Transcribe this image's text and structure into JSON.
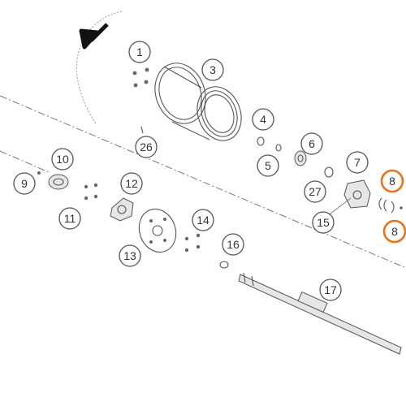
{
  "diagram": {
    "highlight_color": "#e8731f",
    "line_color": "#555555",
    "callouts": [
      {
        "label": "1",
        "highlighted": false
      },
      {
        "label": "3",
        "highlighted": false
      },
      {
        "label": "4",
        "highlighted": false
      },
      {
        "label": "5",
        "highlighted": false
      },
      {
        "label": "6",
        "highlighted": false
      },
      {
        "label": "7",
        "highlighted": false
      },
      {
        "label": "8",
        "highlighted": true
      },
      {
        "label": "8",
        "highlighted": true
      },
      {
        "label": "9",
        "highlighted": false
      },
      {
        "label": "10",
        "highlighted": false
      },
      {
        "label": "11",
        "highlighted": false
      },
      {
        "label": "12",
        "highlighted": false
      },
      {
        "label": "13",
        "highlighted": false
      },
      {
        "label": "14",
        "highlighted": false
      },
      {
        "label": "15",
        "highlighted": false
      },
      {
        "label": "16",
        "highlighted": false
      },
      {
        "label": "17",
        "highlighted": false
      },
      {
        "label": "26",
        "highlighted": false
      },
      {
        "label": "27",
        "highlighted": false
      }
    ]
  }
}
